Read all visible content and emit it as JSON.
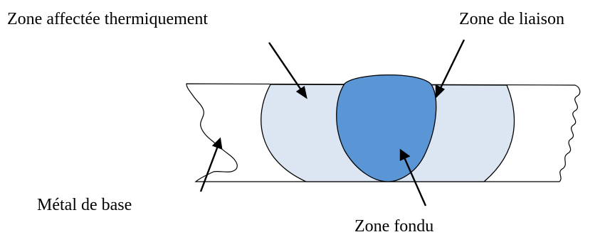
{
  "labels": {
    "haz": "Zone affectée  thermiquement",
    "fusion_line": "Zone de liaison",
    "base_metal": "Métal   de base",
    "fusion_zone": "Zone fondu"
  },
  "colors": {
    "haz_fill": "#dce6f2",
    "fusion_fill": "#5a96d6",
    "line": "#000000"
  }
}
